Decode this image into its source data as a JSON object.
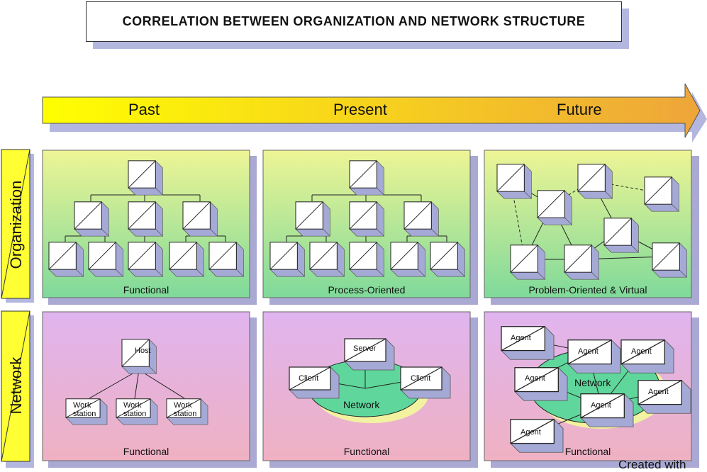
{
  "title": "CORRELATION BETWEEN ORGANIZATION AND NETWORK STRUCTURE",
  "timeline": {
    "eras": [
      "Past",
      "Present",
      "Future"
    ]
  },
  "rows": {
    "organization": "Organization",
    "network": "Network"
  },
  "organization_panels": [
    {
      "label": "Functional"
    },
    {
      "label": "Process-Oriented"
    },
    {
      "label": "Problem-Oriented & Virtual"
    }
  ],
  "network_panels": [
    {
      "label": "Functional",
      "host": "Host",
      "workstations": [
        "Work station",
        "Work station",
        "Work station"
      ]
    },
    {
      "label": "Functional",
      "server": "Server",
      "clients": [
        "Client",
        "Client"
      ],
      "network": "Network"
    },
    {
      "label": "Functional",
      "agent": "Agent",
      "network": "Network"
    }
  ],
  "credit": "Created with",
  "colors": {
    "org_gradient_top": "#eef595",
    "org_gradient_bottom": "#7fd99a",
    "net_gradient_top": "#e0b4ef",
    "net_gradient_bottom": "#efb1c2",
    "panel_shadow": "#a9a9d4",
    "arrow_start": "#ffff00",
    "arrow_end": "#eea53a",
    "network_cloud": "#5fd69b",
    "network_cloud_shadow": "#f2f2a0",
    "row_label_fill": "#ffff33"
  }
}
